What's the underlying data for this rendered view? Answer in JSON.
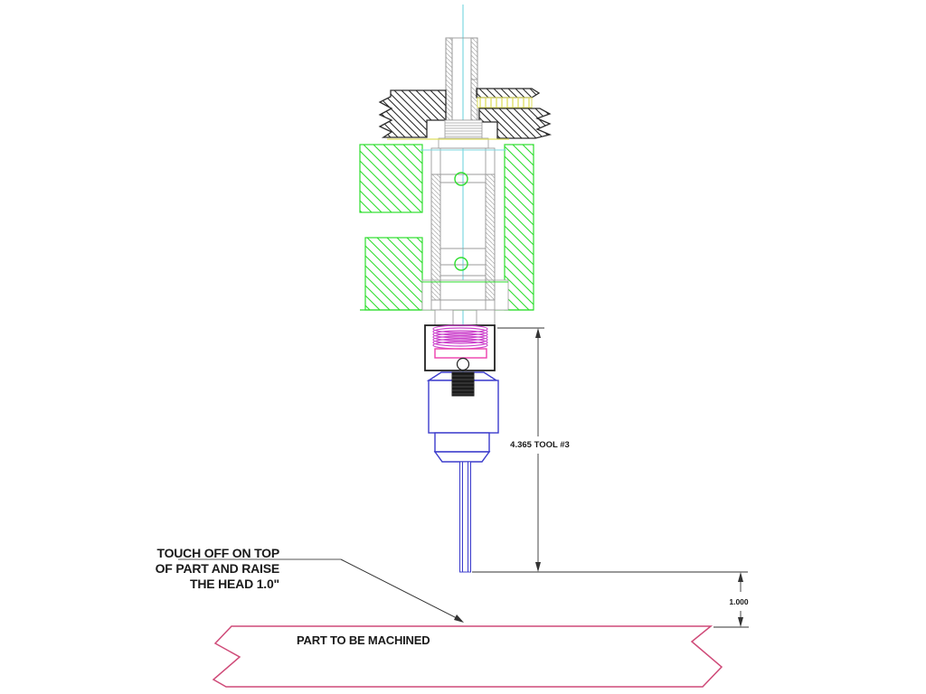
{
  "drawing": {
    "title_context": "Tool touch-off setup drawing",
    "note": {
      "line1": "TOUCH OFF ON TOP",
      "line2": "OF PART AND RAISE",
      "line3": "THE HEAD 1.0\""
    },
    "part_label": "PART TO BE MACHINED",
    "dimensions": {
      "tool_length": "4.365 TOOL #3",
      "raise_height": "1.000"
    },
    "colors": {
      "centerline_cyan": "#7fd9e1",
      "clamp_green": "#2ede2e",
      "thread_yellow": "#dede5e",
      "spring_magenta": "#cc44cc",
      "keeper_pink": "#ee3fae",
      "holder_blue": "#3c3ccc",
      "part_pink": "#cf4a78",
      "hatch_black": "#2b2b2b",
      "steel_gray": "#9b9b9b"
    }
  }
}
